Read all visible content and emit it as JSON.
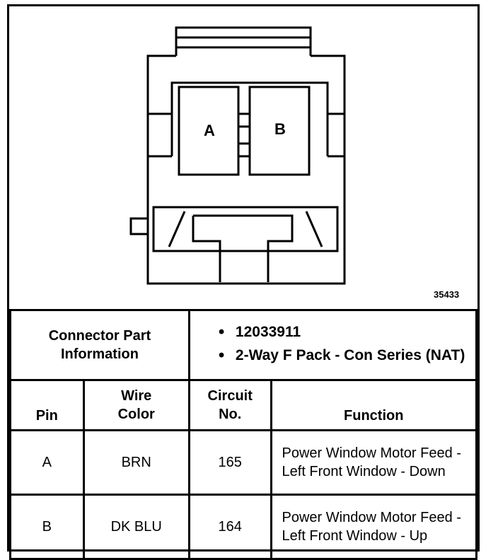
{
  "diagram": {
    "pin_labels": [
      "A",
      "B"
    ],
    "figure_id": "35433"
  },
  "connector_info": {
    "header_line1": "Connector Part",
    "header_line2": "Information",
    "part_number": "12033911",
    "description": "2-Way F Pack - Con Series (NAT)"
  },
  "table": {
    "headers": {
      "pin": "Pin",
      "wire_color_line1": "Wire",
      "wire_color_line2": "Color",
      "circuit_line1": "Circuit",
      "circuit_line2": "No.",
      "function": "Function"
    },
    "rows": [
      {
        "pin": "A",
        "wire_color": "BRN",
        "circuit": "165",
        "function": "Power Window Motor Feed - Left Front Window - Down"
      },
      {
        "pin": "B",
        "wire_color": "DK BLU",
        "circuit": "164",
        "function": "Power Window Motor Feed - Left Front Window - Up"
      }
    ]
  }
}
